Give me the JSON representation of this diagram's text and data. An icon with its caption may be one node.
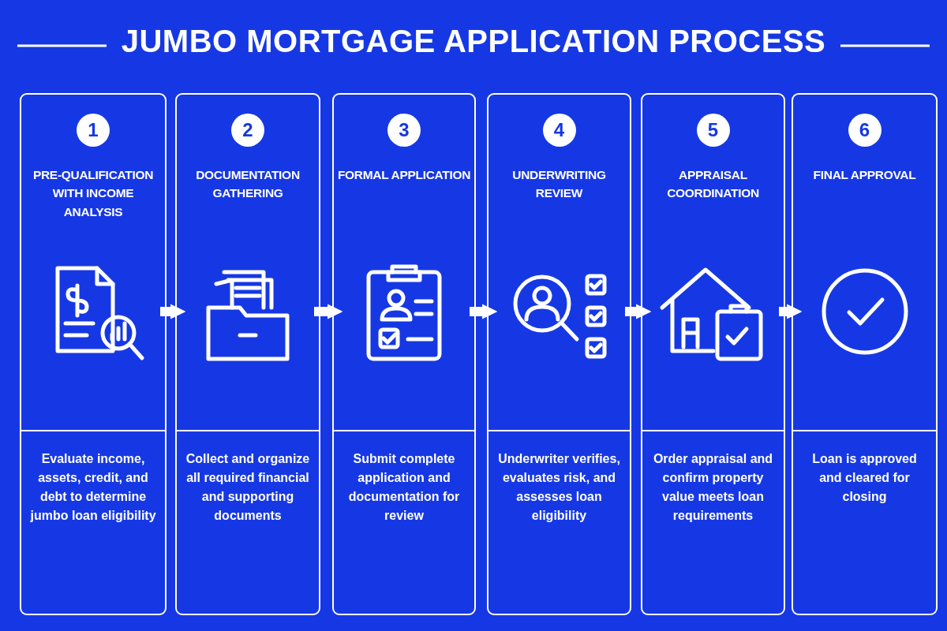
{
  "diagram": {
    "title": "JUMBO MORTGAGE APPLICATION PROCESS",
    "nodes": [
      {
        "text": [
          "1",
          "PRE-QUALIFICATION WITH INCOME ANALYSIS",
          "Evaluate income, assets, credit, and debt to determine jumbo loan eligibility"
        ]
      },
      {
        "text": [
          "2",
          "DOCUMENTATION GATHERING",
          "Collect and organize all required financial and supporting documents"
        ]
      },
      {
        "text": [
          "3",
          "FORMAL APPLICATION",
          "Submit complete application and documentation for review"
        ]
      },
      {
        "text": [
          "4",
          "UNDERWRITING REVIEW",
          "Underwriter verifies, evaluates risk, and assesses loan eligibility"
        ]
      },
      {
        "text": [
          "5",
          "APPRAISAL COORDINATION",
          "Order appraisal and confirm property value meets loan requirements"
        ]
      },
      {
        "text": [
          "6",
          "FINAL APPROVAL",
          "Loan is approved and cleared for closing"
        ]
      }
    ],
    "edges": [
      {
        "from": 0,
        "to": 1,
        "arrow": "to"
      },
      {
        "from": 1,
        "to": 2,
        "arrow": "to"
      },
      {
        "from": 2,
        "to": 3,
        "arrow": "to"
      },
      {
        "from": 3,
        "to": 4,
        "arrow": "to"
      },
      {
        "from": 4,
        "to": 5,
        "arrow": "to"
      }
    ]
  }
}
